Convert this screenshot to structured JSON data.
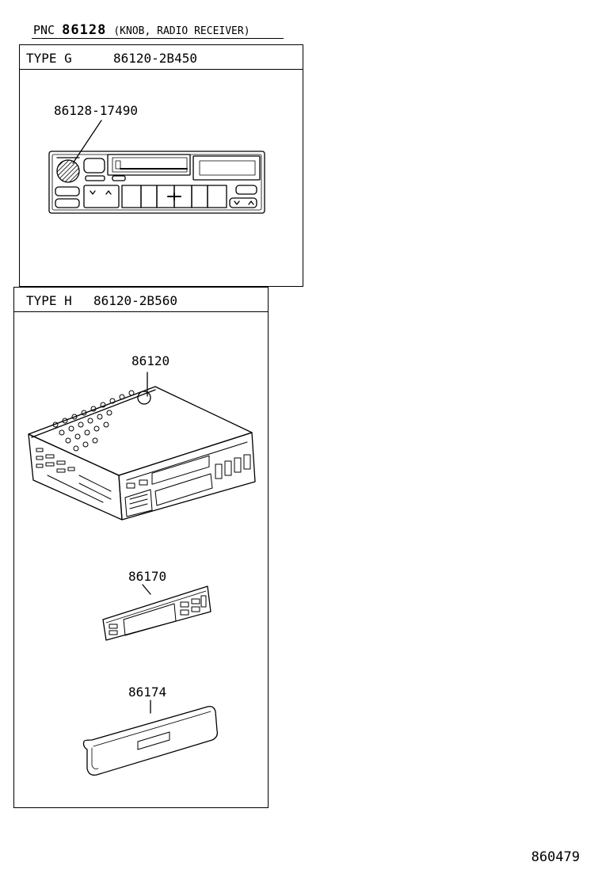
{
  "header": {
    "pnc_label": "PNC",
    "pnc_number": "86128",
    "pnc_description": "(KNOB, RADIO RECEIVER)"
  },
  "panels": [
    {
      "type_label": "TYPE G",
      "part_number": "86120-2B450",
      "callouts": [
        {
          "part": "86128-17490"
        }
      ]
    },
    {
      "type_label": "TYPE H",
      "part_number": "86120-2B560",
      "callouts": [
        {
          "part": "86120"
        },
        {
          "part": "86170"
        },
        {
          "part": "86174"
        }
      ]
    }
  ],
  "footer": {
    "illustration_code": "860479"
  }
}
